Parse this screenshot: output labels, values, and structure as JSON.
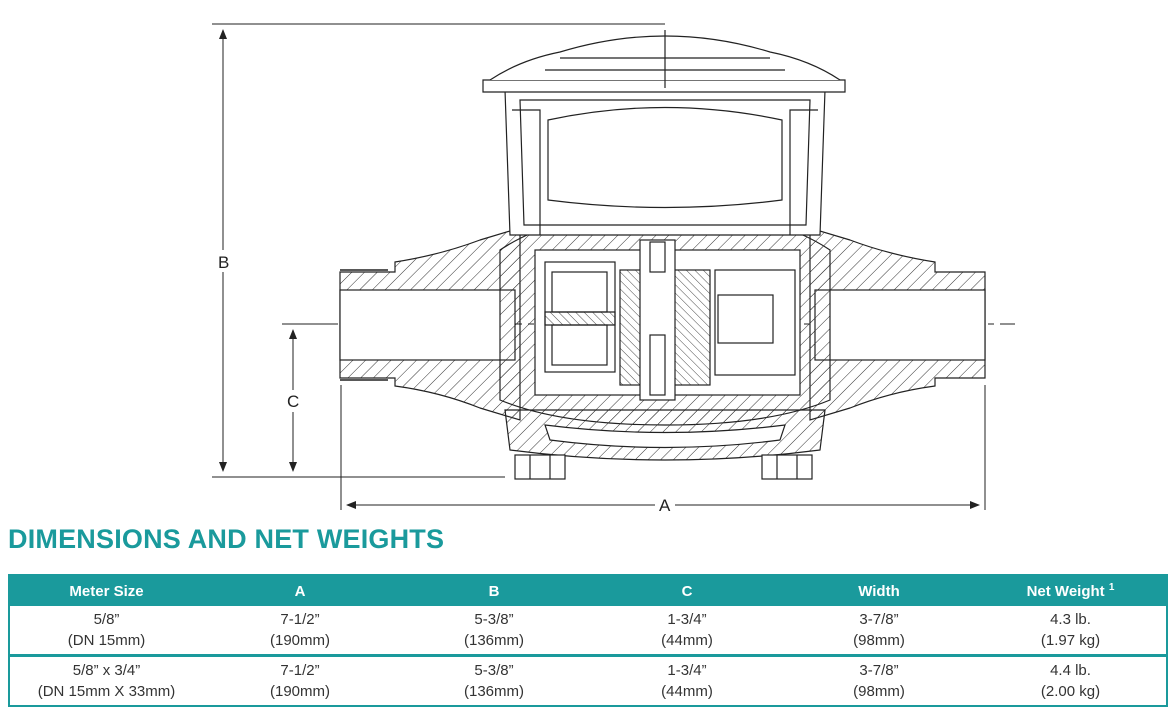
{
  "drawing": {
    "dimension_labels": {
      "a": "A",
      "b": "B",
      "c": "C"
    }
  },
  "section": {
    "title": "DIMENSIONS AND NET WEIGHTS"
  },
  "table": {
    "headers": {
      "meter_size": "Meter Size",
      "a": "A",
      "b": "B",
      "c": "C",
      "width": "Width",
      "net_weight": "Net Weight",
      "net_weight_footnote": "1"
    },
    "rows": [
      {
        "meter_size": "5/8”",
        "meter_size_metric": "(DN 15mm)",
        "a": "7-1/2”",
        "a_metric": "(190mm)",
        "b": "5-3/8”",
        "b_metric": "(136mm)",
        "c": "1-3/4”",
        "c_metric": "(44mm)",
        "width": "3-7/8”",
        "width_metric": "(98mm)",
        "net_weight": "4.3 lb.",
        "net_weight_metric": "(1.97 kg)"
      },
      {
        "meter_size": "5/8” x 3/4”",
        "meter_size_metric": "(DN 15mm X 33mm)",
        "a": "7-1/2”",
        "a_metric": "(190mm)",
        "b": "5-3/8”",
        "b_metric": "(136mm)",
        "c": "1-3/4”",
        "c_metric": "(44mm)",
        "width": "3-7/8”",
        "width_metric": "(98mm)",
        "net_weight": "4.4 lb.",
        "net_weight_metric": "(2.00 kg)"
      }
    ]
  },
  "colors": {
    "accent": "#1a9a9c",
    "line": "#222222"
  }
}
